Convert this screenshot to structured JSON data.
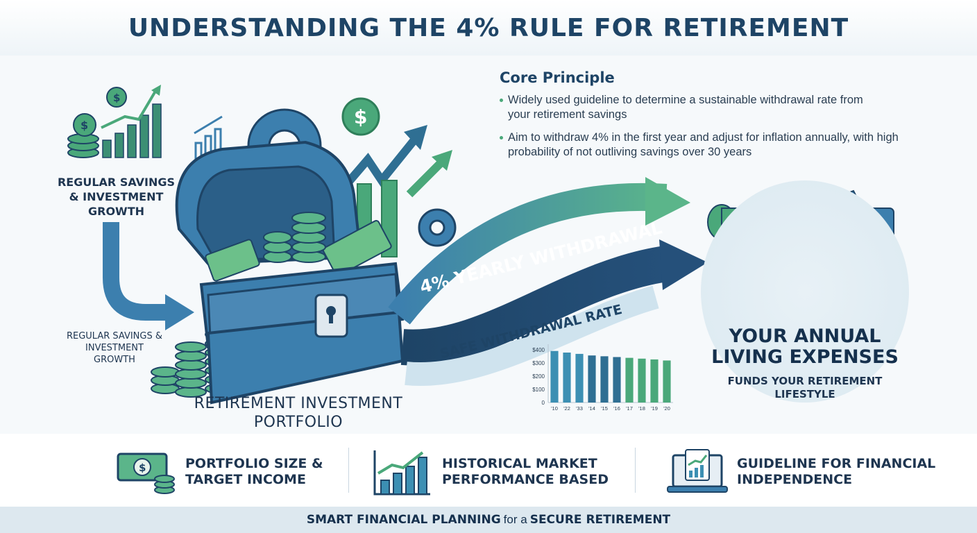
{
  "title": "UNDERSTANDING THE 4% RULE FOR RETIREMENT",
  "core_principle": {
    "heading": "Core Principle",
    "bullets": [
      "Widely used guideline to determine a sustainable withdrawal rate from your retirement savings",
      "Aim to withdraw 4% in the first year and adjust for inflation annually, with high probability of not outliving savings over 30 years"
    ]
  },
  "labels": {
    "savings_top": "REGULAR SAVINGS & INVESTMENT GROWTH",
    "savings_small": "REGULAR SAVINGS & INVESTMENT GROWTH",
    "portfolio": "RETIREMENT INVESTMENT PORTFOLIO",
    "withdrawal_arrow": "4% YEARLY WITHDRAWAL",
    "safe_rate_arrow": "SAFE WITHDRAWAL RATE",
    "expenses_title": "YOUR ANNUAL LIVING EXPENSES",
    "expenses_sub": "FUNDS YOUR RETIREMENT LIFESTYLE"
  },
  "chart_data": {
    "type": "bar",
    "categories": [
      "'10",
      "'22",
      "'33",
      "'14",
      "'15",
      "'16",
      "'17",
      "'18",
      "'19",
      "'20"
    ],
    "values": [
      390,
      378,
      368,
      356,
      350,
      344,
      338,
      332,
      326,
      318
    ],
    "ylim": [
      0,
      420
    ],
    "y_ticks": [
      "0",
      "$100",
      "$200",
      "$300",
      "$400"
    ],
    "y_tick_values": [
      0,
      100,
      200,
      300,
      400
    ],
    "colors": [
      "#3c8fb3",
      "#2f6f93",
      "#4aa87a"
    ]
  },
  "features": [
    {
      "label": "PORTFOLIO SIZE & TARGET INCOME",
      "icon": "cash-coins-icon"
    },
    {
      "label": "HISTORICAL MARKET PERFORMANCE BASED",
      "icon": "bar-chart-growth-icon"
    },
    {
      "label": "GUIDELINE FOR FINANCIAL INDEPENDENCE",
      "icon": "laptop-checklist-icon"
    }
  ],
  "footer": {
    "part1": "SMART FINANCIAL PLANNING",
    "part2": "for a",
    "part3": "SECURE RETIREMENT"
  },
  "palette": {
    "navy": "#1e4466",
    "blue": "#3c7fae",
    "green": "#4aa87a",
    "light": "#dbe9f1"
  }
}
